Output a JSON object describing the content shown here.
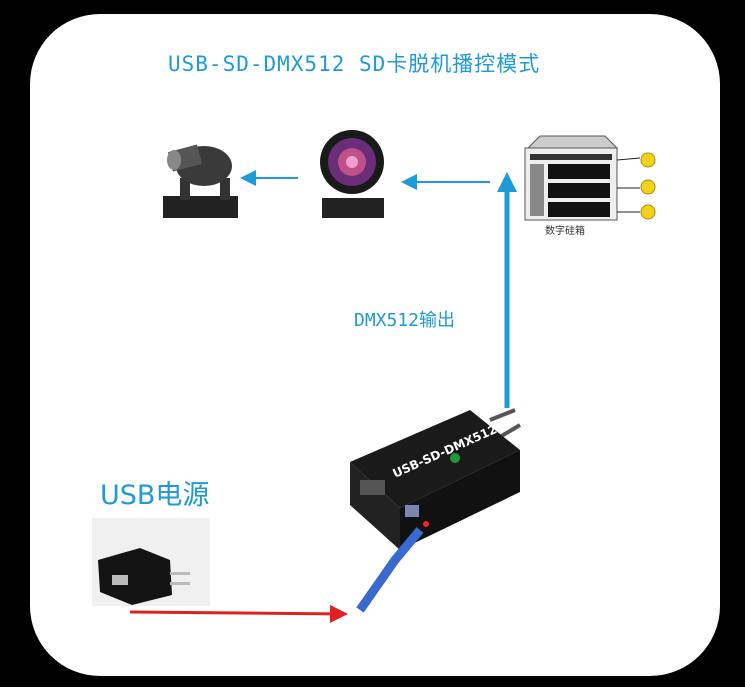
{
  "title": "USB-SD-DMX512 SD卡脱机播控模式",
  "labels": {
    "dmx_output": "DMX512输出",
    "usb_power": "USB电源",
    "dimmer_rack": "数字硅箱",
    "device_brand": "USB-SD-DMX512"
  },
  "colors": {
    "accent": "#1e9ad6",
    "power_arrow": "#e02020",
    "background": "#000000"
  }
}
